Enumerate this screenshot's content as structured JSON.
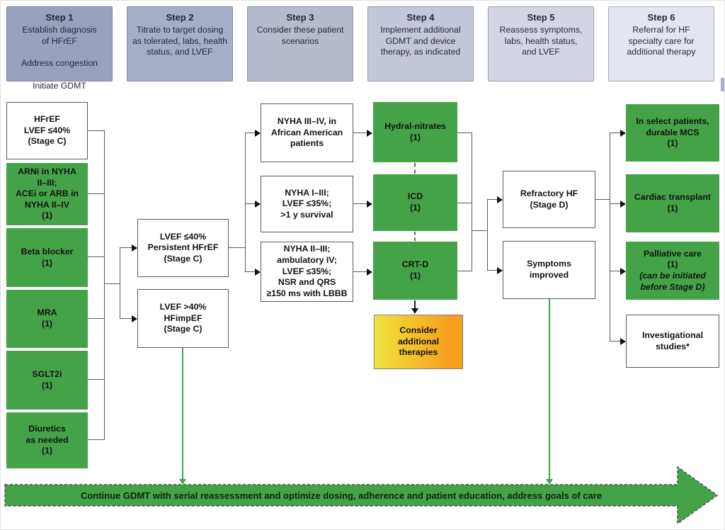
{
  "steps": [
    {
      "title": "Step 1",
      "body": "Establish diagnosis\nof HFrEF\n\nAddress congestion\n\nInitiate GDMT",
      "color": "#99a1bf"
    },
    {
      "title": "Step 2",
      "body": "Titrate to target dosing\nas tolerated, labs, health\nstatus, and LVEF",
      "color": "#a6adc7"
    },
    {
      "title": "Step 3",
      "body": "Consider these patient\nscenarios",
      "color": "#b5bacd"
    },
    {
      "title": "Step 4",
      "body": "Implement additional\nGDMT and device\ntherapy, as indicated",
      "color": "#c3c7d7"
    },
    {
      "title": "Step 5",
      "body": "Reassess symptoms,\nlabs, health status,\nand LVEF",
      "color": "#d3d6e2"
    },
    {
      "title": "Step 6",
      "body": "Referral for HF\nspecialty care for\nadditional therapy",
      "color": "#e4e6ef"
    }
  ],
  "boxes": {
    "hfref": "HFrEF\nLVEF ≤40%\n(Stage C)",
    "arni": "ARNi in NYHA\nII–III;\nACEi or ARB in\nNYHA II–IV\n(1)",
    "beta_blocker": "Beta blocker\n(1)",
    "mra": "MRA\n(1)",
    "sglt2i": "SGLT2i\n(1)",
    "diuretics": "Diuretics\nas needed\n(1)",
    "persistent_hfref": "LVEF ≤40%\nPersistent HFrEF\n(Stage C)",
    "hfimpef": "LVEF >40%\nHFimpEF\n(Stage C)",
    "nyha_3_4": "NYHA III–IV, in\nAfrican American\npatients",
    "nyha_1_3": "NYHA I–III;\nLVEF ≤35%;\n>1 y survival",
    "nyha_2_3": "NYHA II–III;\nambulatory IV;\nLVEF ≤35%;\nNSR and QRS\n≥150 ms with LBBB",
    "hydral_nitrates": "Hydral-nitrates\n(1)",
    "icd": "ICD\n(1)",
    "crt_d": "CRT-D\n(1)",
    "consider_additional": "Consider\nadditional\ntherapies",
    "refractory_hf": "Refractory HF\n(Stage D)",
    "symptoms_improved": "Symptoms\nimproved",
    "durable_mcs": "In select patients,\ndurable MCS\n(1)",
    "cardiac_transplant": "Cardiac transplant\n(1)",
    "palliative_care": "Palliative care\n(1)",
    "palliative_note": "(can be initiated\nbefore Stage D)",
    "investigational": "Investigational\nstudies*"
  },
  "band": {
    "label": "Continue GDMT with serial reassessment and optimize dosing, adherence and patient education, address goals of care"
  },
  "colors": {
    "therapy_green": "#45a347",
    "consider_gradient_left": "#f0e43c",
    "consider_gradient_right": "#f6a01e",
    "connector_gray": "#58595b"
  }
}
